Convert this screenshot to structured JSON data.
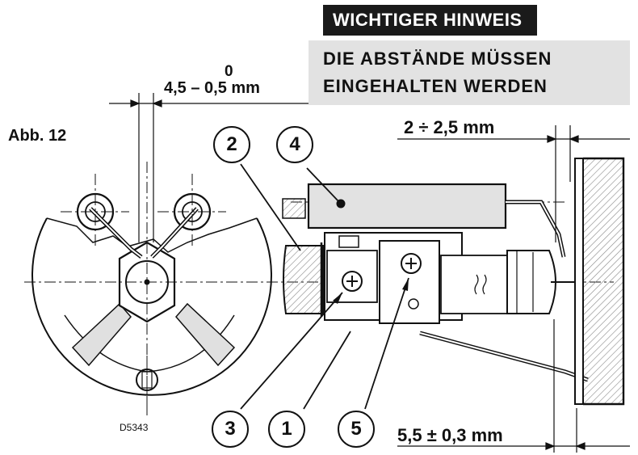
{
  "notice": {
    "title": "WICHTIGER HINWEIS",
    "line1": "DIE ABSTÄNDE MÜSSEN",
    "line2": "EINGEHALTEN WERDEN"
  },
  "figure_label": "Abb. 12",
  "tolerance_top": "0",
  "tolerance_main": "4,5 – 0,5 mm",
  "gap_dimension": "2 ÷ 2,5 mm",
  "distance_dimension": "5,5 ± 0,3 mm",
  "drawing_code": "D5343",
  "callouts": [
    "1",
    "2",
    "3",
    "4",
    "5"
  ]
}
